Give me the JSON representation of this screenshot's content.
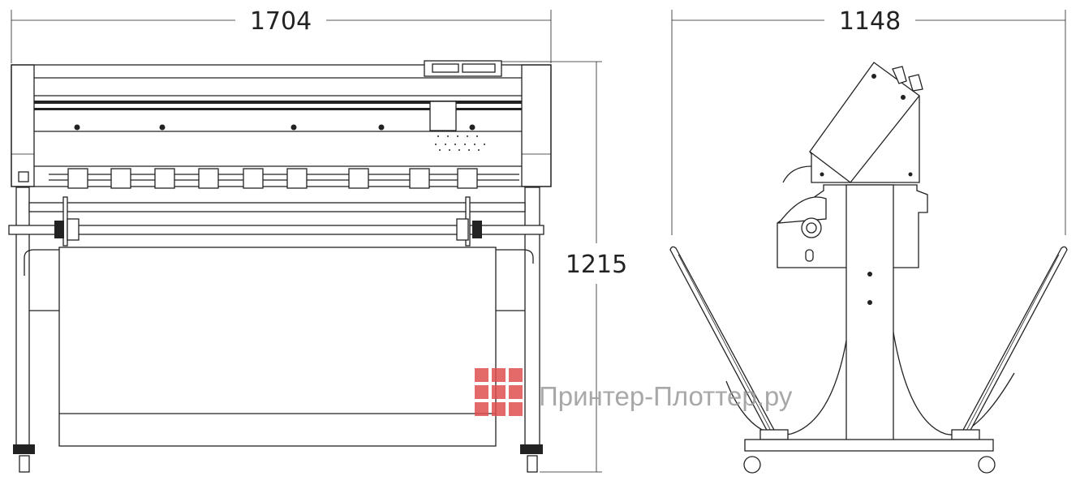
{
  "dimensions": {
    "front_width": "1704",
    "side_depth": "1148",
    "height": "1215"
  },
  "watermark": {
    "text": "Принтер-Плоттер.ру",
    "logo_color": "#e05050",
    "text_color": "#9a9a9a"
  }
}
